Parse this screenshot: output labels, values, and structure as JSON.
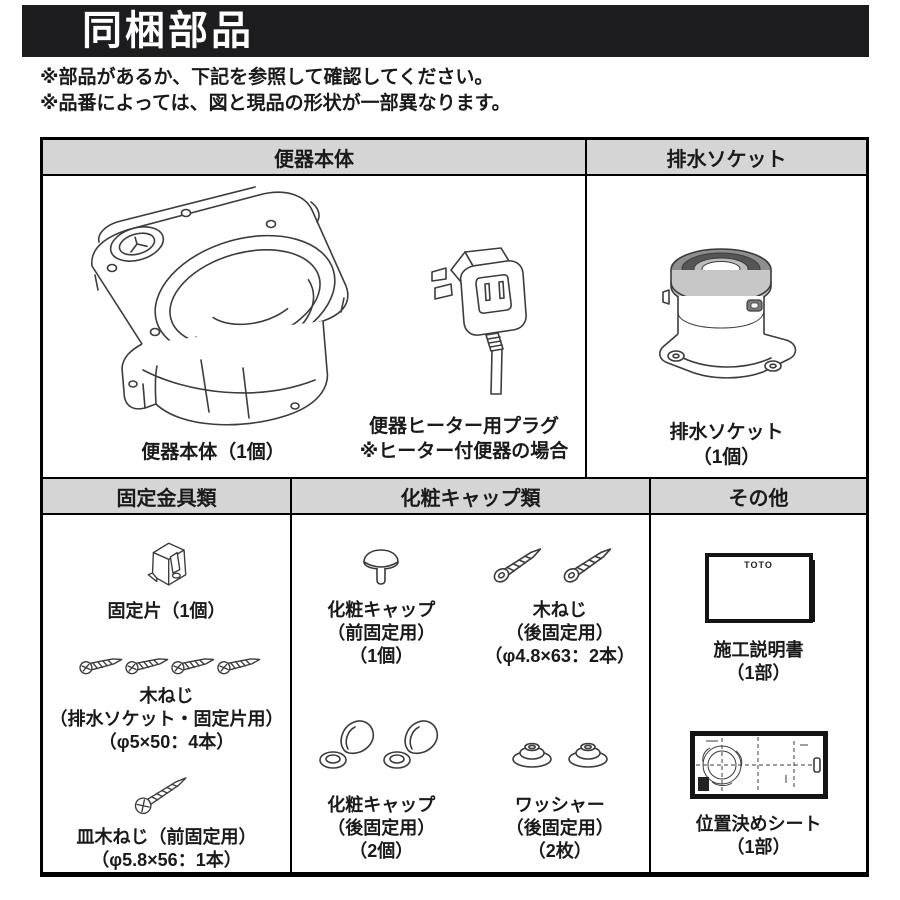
{
  "page": {
    "title": "同梱部品",
    "notes": [
      "※部品があるか、下記を参照して確認してください。",
      "※品番によっては、図と現品の形状が一部異なります。"
    ]
  },
  "colors": {
    "title_bar_bg": "#1d1d1f",
    "table_header_bg": "#d5d5d5",
    "border": "#000000",
    "line_art": "#3c3c3c"
  },
  "icons": {
    "toilet": "toilet-bowl-line-art",
    "heater_plug": "power-plug-line-art",
    "drain_socket": "drain-socket-line-art",
    "fixing_piece": "fixing-clip-line-art",
    "wood_screws_4": "four-wood-screws",
    "flat_screw": "countersunk-screw",
    "front_cap": "mushroom-cap",
    "rear_screws_2": "two-wood-screws",
    "rear_caps_2": "two-dome-caps-with-rings",
    "washers_2": "two-dome-washers",
    "manual": "instruction-booklet",
    "sheet": "positioning-sheet"
  },
  "table": {
    "section1": {
      "headers": [
        "便器本体",
        "排水ソケット"
      ],
      "toilet_caption": "便器本体（1個）",
      "plug_caption": [
        "便器ヒーター用プラグ",
        "※ヒーター付便器の場合"
      ],
      "socket_caption": [
        "排水ソケット",
        "（1個）"
      ]
    },
    "section2": {
      "headers": [
        "固定金具類",
        "化粧キャップ類",
        "その他"
      ],
      "fixing": {
        "piece_caption": "固定片（1個）",
        "wood_screws": [
          "木ねじ",
          "（排水ソケット・固定片用）",
          "（φ5×50：4本）"
        ],
        "flat_screw": [
          "皿木ねじ（前固定用）",
          "（φ5.8×56：1本）"
        ]
      },
      "caps": {
        "front_cap": [
          "化粧キャップ",
          "（前固定用）",
          "（1個）"
        ],
        "rear_screws": [
          "木ねじ",
          "（後固定用）",
          "（φ4.8×63：2本）"
        ],
        "rear_caps": [
          "化粧キャップ",
          "（後固定用）",
          "（2個）"
        ],
        "washers": [
          "ワッシャー",
          "（後固定用）",
          "（2枚）"
        ]
      },
      "other": {
        "manual_logo": "TOTO",
        "manual": [
          "施工説明書",
          "（1部）"
        ],
        "sheet": [
          "位置決めシート",
          "（1部）"
        ]
      }
    }
  }
}
